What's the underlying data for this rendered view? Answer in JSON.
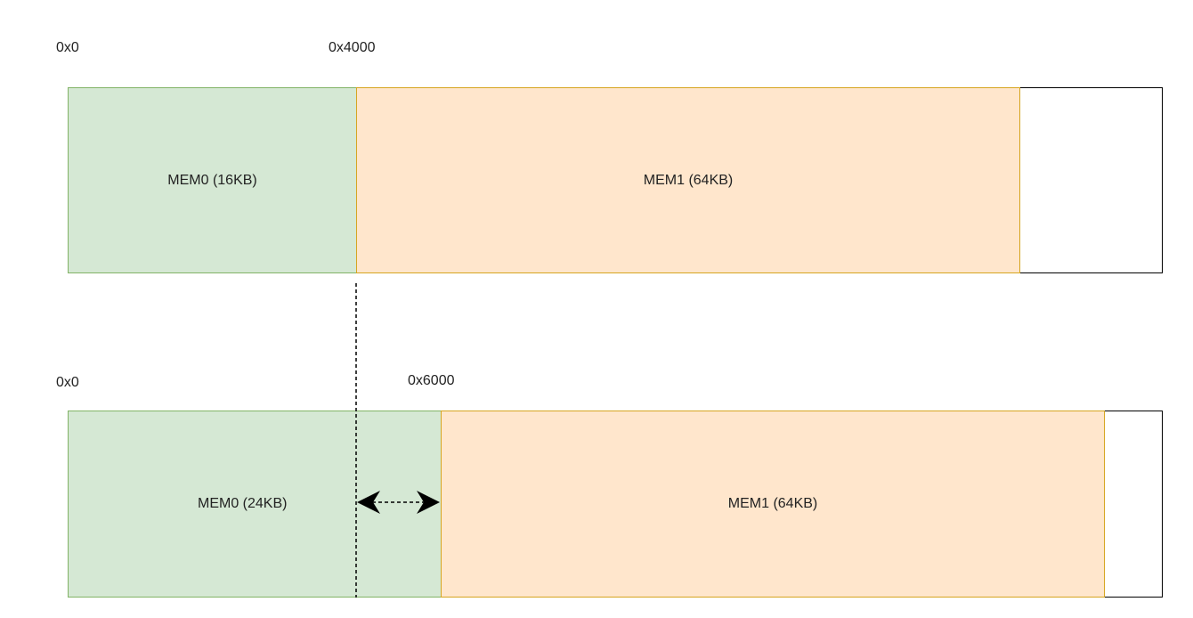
{
  "top_map": {
    "start_addr": "0x0",
    "boundary_addr": "0x4000",
    "mem0_label": "MEM0 (16KB)",
    "mem1_label": "MEM1 (64KB)"
  },
  "bottom_map": {
    "start_addr": "0x0",
    "boundary_addr": "0x6000",
    "mem0_label": "MEM0 (24KB)",
    "mem1_label": "MEM1 (64KB)"
  },
  "colors": {
    "mem0_fill": "#d5e8d4",
    "mem0_stroke": "#82b366",
    "mem1_fill": "#ffe6cc",
    "mem1_stroke": "#d6a520"
  }
}
